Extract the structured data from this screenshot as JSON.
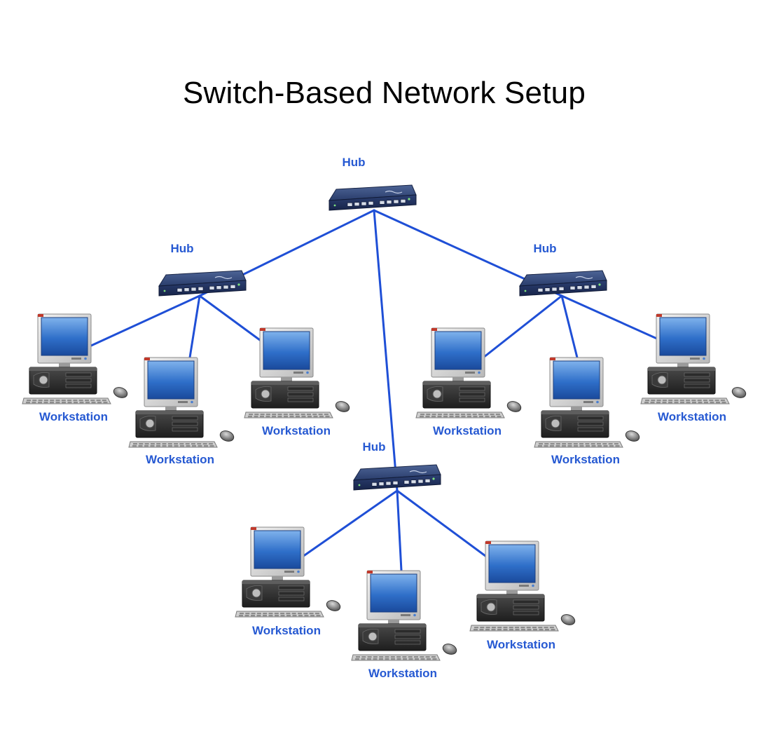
{
  "title": "Switch-Based Network Setup",
  "colors": {
    "link": "#1f4fd6",
    "label": "#2659d2",
    "hub_body": "#22335e",
    "screen": "#2f6fc9"
  },
  "hubs": [
    {
      "id": "hub-top",
      "label": "Hub"
    },
    {
      "id": "hub-left",
      "label": "Hub"
    },
    {
      "id": "hub-right",
      "label": "Hub"
    },
    {
      "id": "hub-bottom",
      "label": "Hub"
    }
  ],
  "workstations": [
    {
      "id": "ws-left-1",
      "label": "Workstation",
      "hub": "hub-left"
    },
    {
      "id": "ws-left-2",
      "label": "Workstation",
      "hub": "hub-left"
    },
    {
      "id": "ws-left-3",
      "label": "Workstation",
      "hub": "hub-left"
    },
    {
      "id": "ws-right-1",
      "label": "Workstation",
      "hub": "hub-right"
    },
    {
      "id": "ws-right-2",
      "label": "Workstation",
      "hub": "hub-right"
    },
    {
      "id": "ws-right-3",
      "label": "Workstation",
      "hub": "hub-right"
    },
    {
      "id": "ws-bottom-1",
      "label": "Workstation",
      "hub": "hub-bottom"
    },
    {
      "id": "ws-bottom-2",
      "label": "Workstation",
      "hub": "hub-bottom"
    },
    {
      "id": "ws-bottom-3",
      "label": "Workstation",
      "hub": "hub-bottom"
    }
  ],
  "links": [
    [
      "hub-top",
      "hub-left"
    ],
    [
      "hub-top",
      "hub-right"
    ],
    [
      "hub-top",
      "hub-bottom"
    ],
    [
      "hub-left",
      "ws-left-1"
    ],
    [
      "hub-left",
      "ws-left-2"
    ],
    [
      "hub-left",
      "ws-left-3"
    ],
    [
      "hub-right",
      "ws-right-1"
    ],
    [
      "hub-right",
      "ws-right-2"
    ],
    [
      "hub-right",
      "ws-right-3"
    ],
    [
      "hub-bottom",
      "ws-bottom-1"
    ],
    [
      "hub-bottom",
      "ws-bottom-2"
    ],
    [
      "hub-bottom",
      "ws-bottom-3"
    ]
  ]
}
